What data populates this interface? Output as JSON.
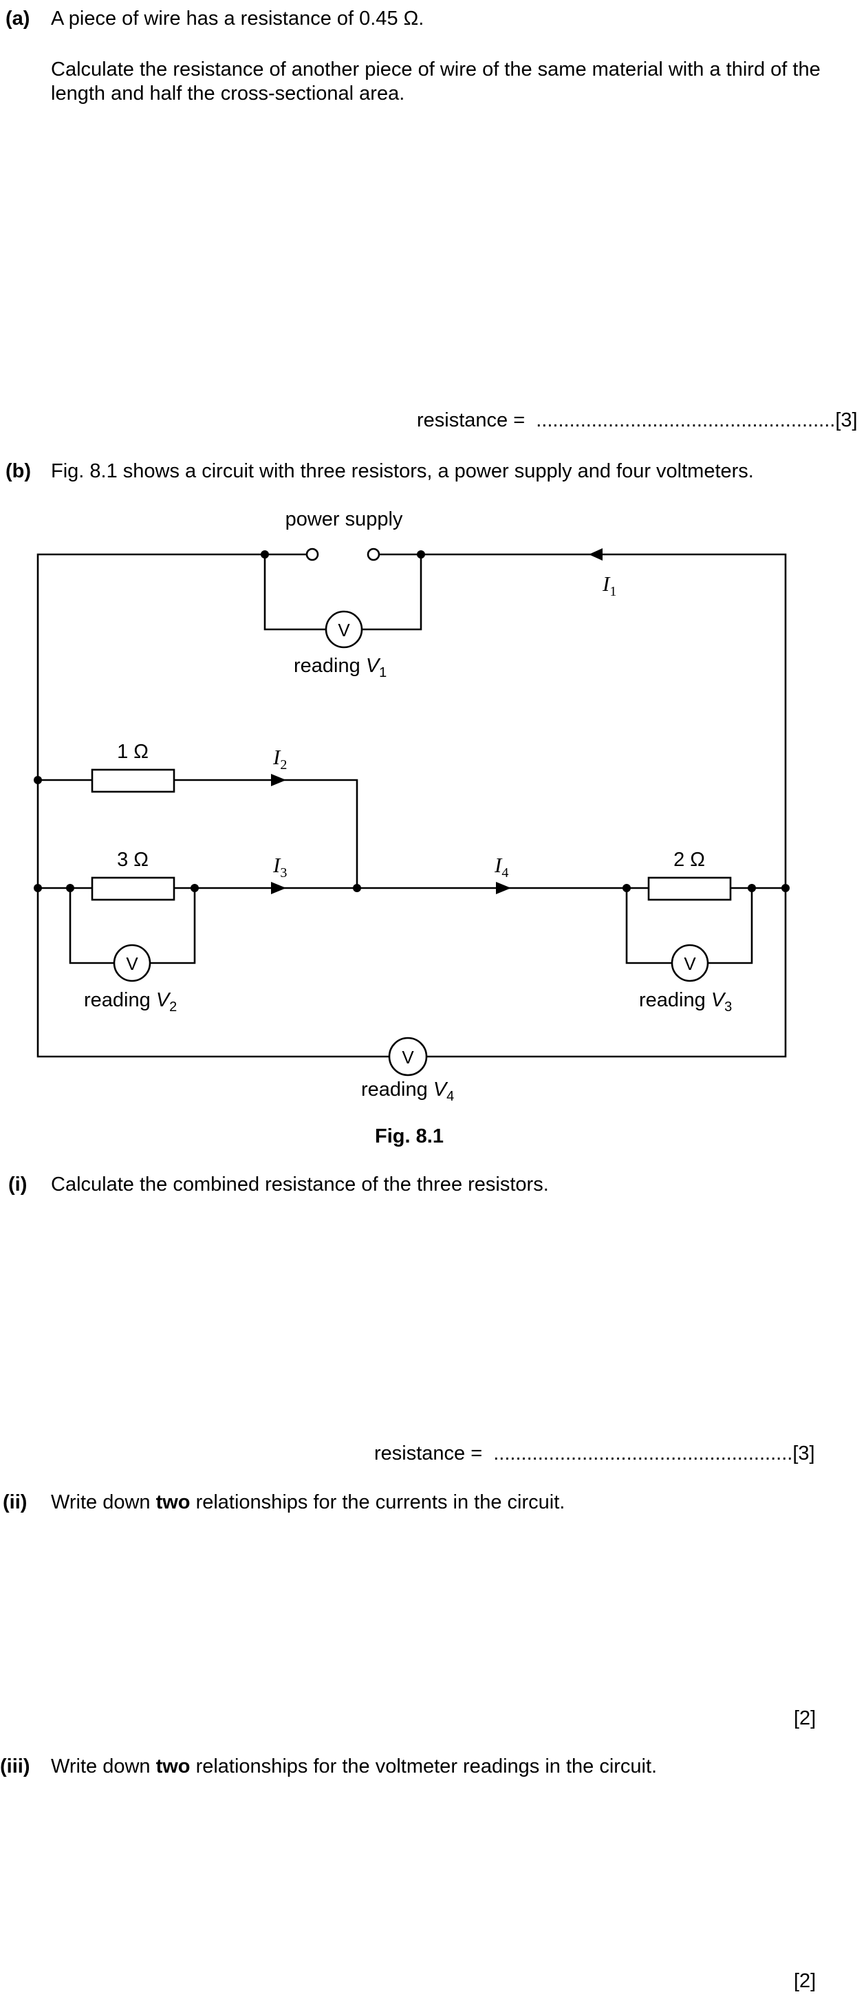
{
  "part_a": {
    "label": "(a)",
    "line1": "A piece of wire has a resistance of 0.45 Ω.",
    "line2": "Calculate the resistance of another piece of wire of the same material with a third of the",
    "line3": "length and half the cross-sectional area.",
    "answer_prefix": "resistance =",
    "answer_dots": "......................................................",
    "marks": "[3]"
  },
  "part_b": {
    "label": "(b)",
    "text": "Fig. 8.1 shows a circuit with three resistors, a power supply and four voltmeters."
  },
  "figure": {
    "power_supply": "power supply",
    "voltmeter_symbol": "V",
    "reading_text": "reading",
    "v_symbol": "V",
    "i_symbol": "I",
    "r1": "1 Ω",
    "r2": "3 Ω",
    "r3": "2 Ω",
    "sub1": "1",
    "sub2": "2",
    "sub3": "3",
    "sub4": "4",
    "caption": "Fig. 8.1"
  },
  "part_i": {
    "label": "(i)",
    "text": "Calculate the combined resistance of the three resistors.",
    "answer_prefix": "resistance =",
    "answer_dots": "......................................................",
    "marks": "[3]"
  },
  "part_ii": {
    "label": "(ii)",
    "text_before": "Write down ",
    "text_bold": "two",
    "text_after": " relationships for the currents in the circuit.",
    "marks": "[2]"
  },
  "part_iii": {
    "label": "(iii)",
    "text_before": "Write down ",
    "text_bold": "two",
    "text_after": " relationships for the voltmeter readings in the circuit.",
    "marks": "[2]"
  }
}
